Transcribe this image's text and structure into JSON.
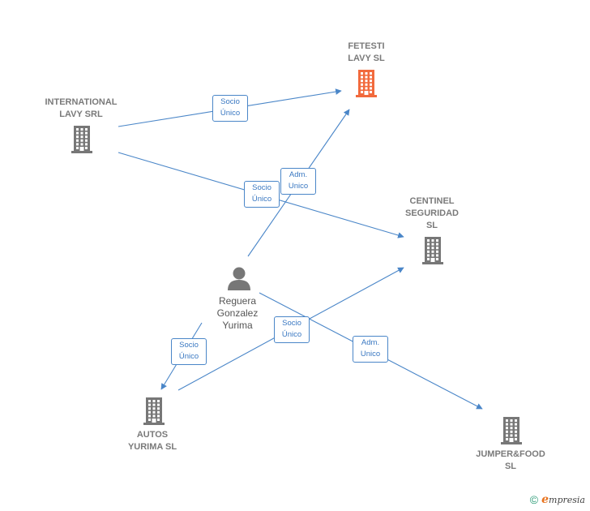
{
  "colors": {
    "edge": "#4a86c8",
    "building": "#777777",
    "building_focus": "#f26a3d",
    "person": "#777777"
  },
  "nodes": [
    {
      "id": "fetesti",
      "label": "FETESTI\nLAVY  SL",
      "type": "company",
      "focus": true,
      "icon": "building-icon"
    },
    {
      "id": "international",
      "label": "INTERNATIONAL\nLAVY SRL",
      "type": "company",
      "focus": false,
      "icon": "building-icon"
    },
    {
      "id": "centinel",
      "label": "CENTINEL\nSEGURIDAD\nSL",
      "type": "company",
      "focus": false,
      "icon": "building-icon"
    },
    {
      "id": "reguera",
      "label": "Reguera\nGonzalez\nYurima",
      "type": "person",
      "focus": false,
      "icon": "person-icon"
    },
    {
      "id": "autos",
      "label": "AUTOS\nYURIMA  SL",
      "type": "company",
      "focus": false,
      "icon": "building-icon"
    },
    {
      "id": "jumper",
      "label": "JUMPER&FOOD\nSL",
      "type": "company",
      "focus": false,
      "icon": "building-icon"
    }
  ],
  "edges": [
    {
      "from": "international",
      "to": "fetesti",
      "label": "Socio\nÚnico"
    },
    {
      "from": "international",
      "to": "centinel",
      "label": "Socio\nÚnico"
    },
    {
      "from": "reguera",
      "to": "fetesti",
      "label": "Adm.\nUnico"
    },
    {
      "from": "reguera",
      "to": "autos",
      "label": "Socio\nÚnico"
    },
    {
      "from": "autos",
      "to": "centinel",
      "label": "Socio\nÚnico"
    },
    {
      "from": "reguera",
      "to": "jumper",
      "label": "Adm.\nUnico"
    }
  ],
  "brand": {
    "copyright": "©",
    "initial": "e",
    "name": "mpresia"
  }
}
